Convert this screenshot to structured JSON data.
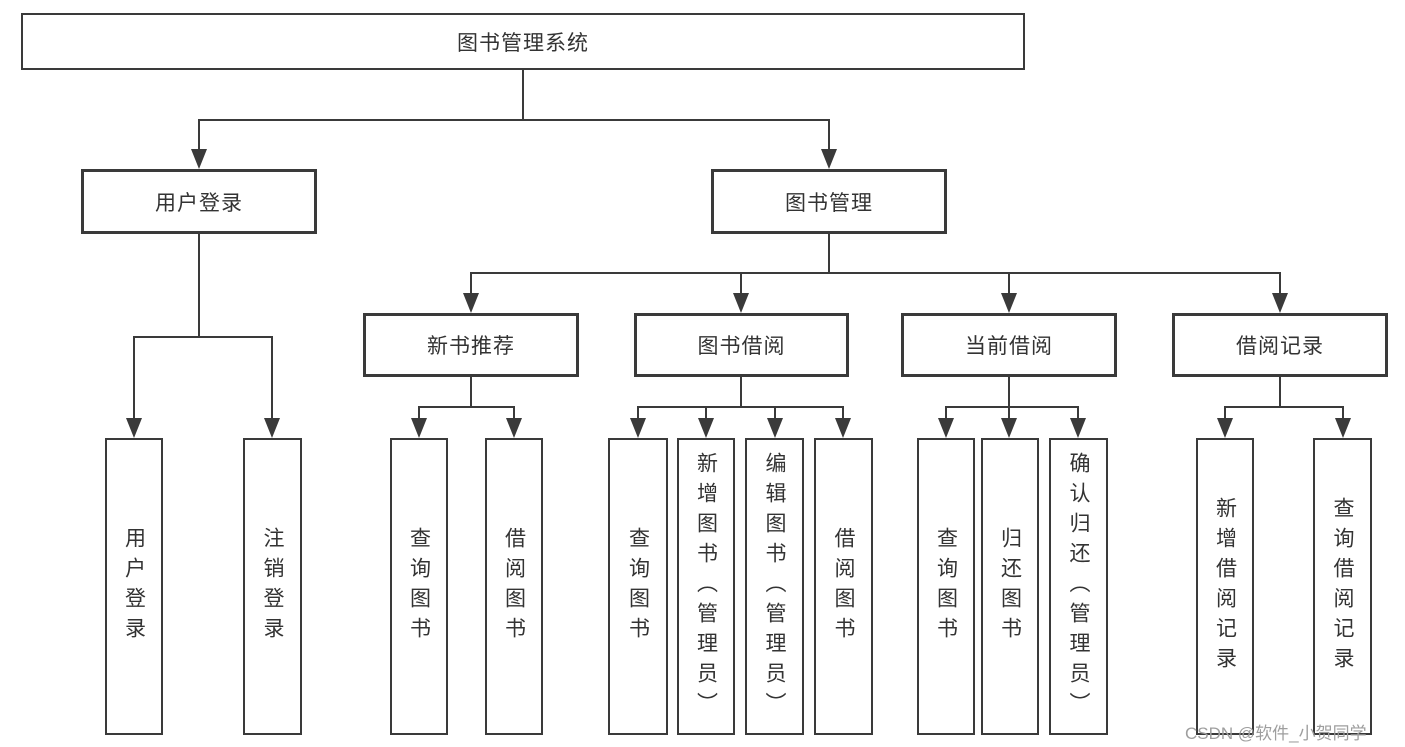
{
  "tree": {
    "root": {
      "label": "图书管理系统"
    },
    "children": [
      {
        "label": "用户登录",
        "children": [
          {
            "label": "用户登录"
          },
          {
            "label": "注销登录"
          }
        ]
      },
      {
        "label": "图书管理",
        "children": [
          {
            "label": "新书推荐",
            "children": [
              {
                "label": "查询图书"
              },
              {
                "label": "借阅图书"
              }
            ]
          },
          {
            "label": "图书借阅",
            "children": [
              {
                "label": "查询图书"
              },
              {
                "label": "新增图书（管理员）"
              },
              {
                "label": "编辑图书（管理员）"
              },
              {
                "label": "借阅图书"
              }
            ]
          },
          {
            "label": "当前借阅",
            "children": [
              {
                "label": "查询图书"
              },
              {
                "label": "归还图书"
              },
              {
                "label": "确认归还（管理员）"
              }
            ]
          },
          {
            "label": "借阅记录",
            "children": [
              {
                "label": "新增借阅记录"
              },
              {
                "label": "查询借阅记录"
              }
            ]
          }
        ]
      }
    ]
  },
  "watermark": {
    "text": "CSDN @软件_小贺同学"
  },
  "colors": {
    "line": "#3a3a3a",
    "text": "#333333",
    "watermark": "#9e9e9e",
    "background": "#ffffff"
  }
}
